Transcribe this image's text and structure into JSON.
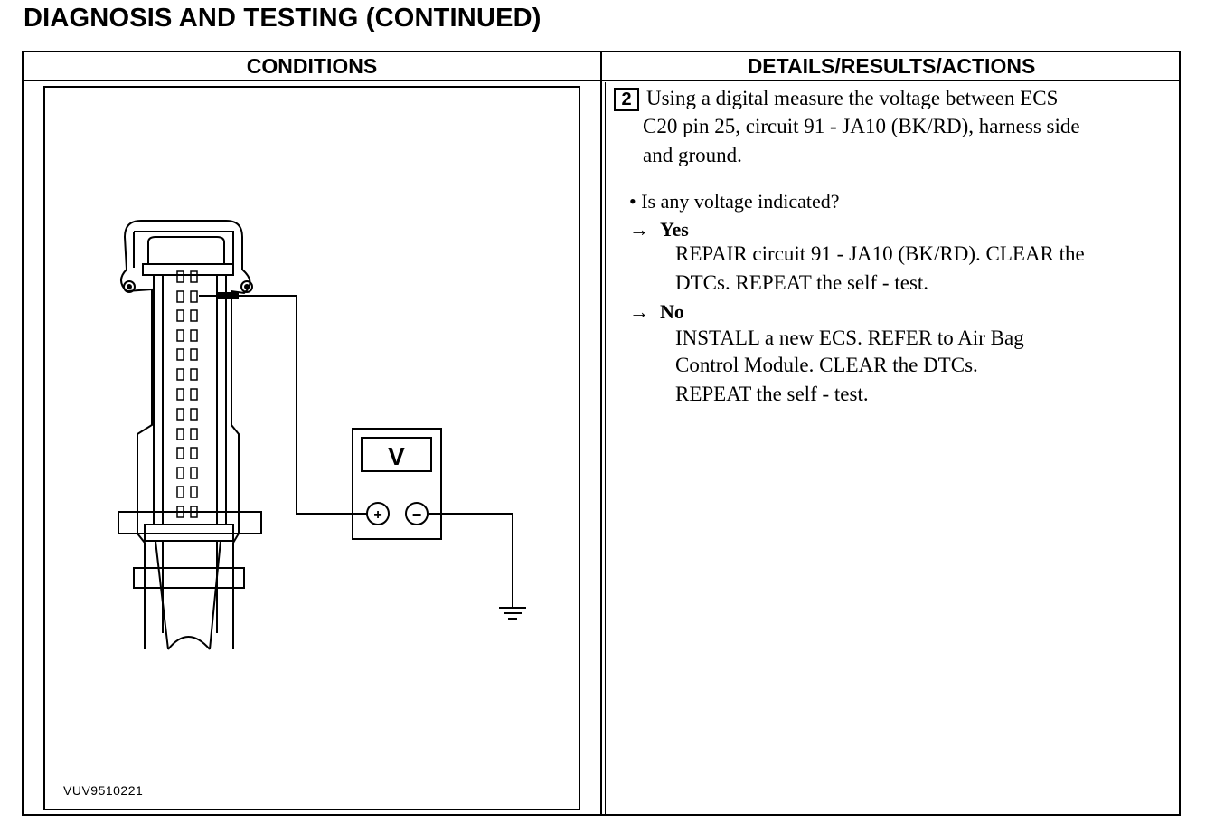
{
  "page": {
    "title": "DIAGNOSIS AND TESTING (CONTINUED)"
  },
  "table": {
    "conditions_header": "CONDITIONS",
    "actions_header": "DETAILS/RESULTS/ACTIONS"
  },
  "figure": {
    "meter_label": "V",
    "plus_symbol": "+",
    "minus_symbol": "−",
    "figure_id": "VUV9510221"
  },
  "step": {
    "number": "2",
    "instruction_line1": "Using a digital measure the voltage between ECS",
    "instruction_line2": "C20 pin 25, circuit 91 - JA10 (BK/RD), harness side",
    "instruction_line3": "and ground.",
    "question": "• Is any voltage indicated?",
    "yes_arrow": "→",
    "yes_label": "Yes",
    "yes_action_line1": "REPAIR circuit 91 - JA10 (BK/RD). CLEAR the",
    "yes_action_line2": "DTCs. REPEAT the self - test.",
    "no_arrow": "→",
    "no_label": "No",
    "no_action_line1": "INSTALL a new ECS.   REFER to Air Bag",
    "no_action_line2": "Control Module. CLEAR the DTCs.",
    "no_action_line3": "REPEAT the self - test."
  }
}
